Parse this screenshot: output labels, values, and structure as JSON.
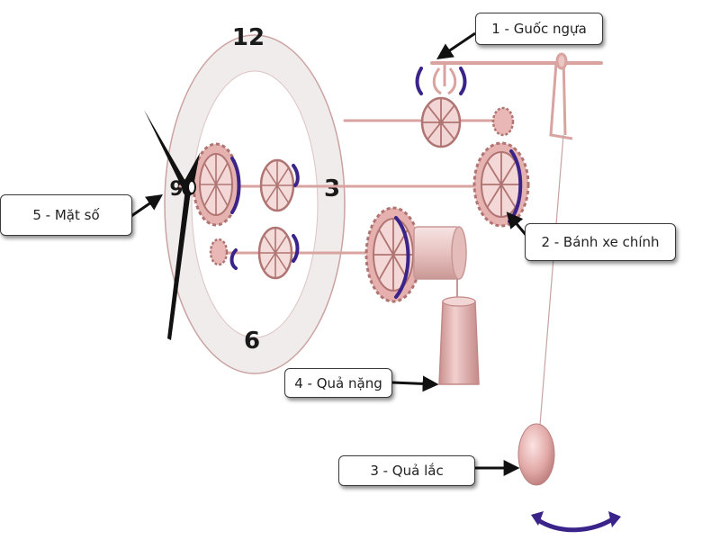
{
  "dial": {
    "numerals": [
      "12",
      "3",
      "6",
      "9"
    ]
  },
  "labels": [
    {
      "id": "escapement",
      "text": "1 - Guốc ngựa"
    },
    {
      "id": "main-wheel",
      "text": "2 - Bánh xe chính"
    },
    {
      "id": "pendulum",
      "text": "3 - Quả lắc"
    },
    {
      "id": "weight",
      "text": "4 - Quả nặng"
    },
    {
      "id": "dial",
      "text": "5 - Mặt số"
    }
  ],
  "colors": {
    "metal": "#d9a3a0",
    "metal_dark": "#b07572",
    "dial_face": "#f2eeee",
    "dial_inner": "#ffffff",
    "motion_arrow": "#3a2389",
    "pointer": "#111111",
    "hand": "#111111"
  }
}
